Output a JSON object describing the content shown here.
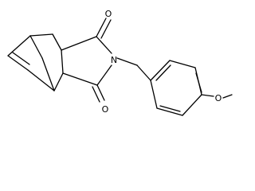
{
  "molecule": {
    "atoms": {
      "carbonyl_oxygen_top": "O",
      "imide_nitrogen": "N",
      "carbonyl_oxygen_bottom": "O",
      "ether_oxygen": "O"
    }
  },
  "colors": {
    "bond": "#000000",
    "background": "#ffffff"
  }
}
